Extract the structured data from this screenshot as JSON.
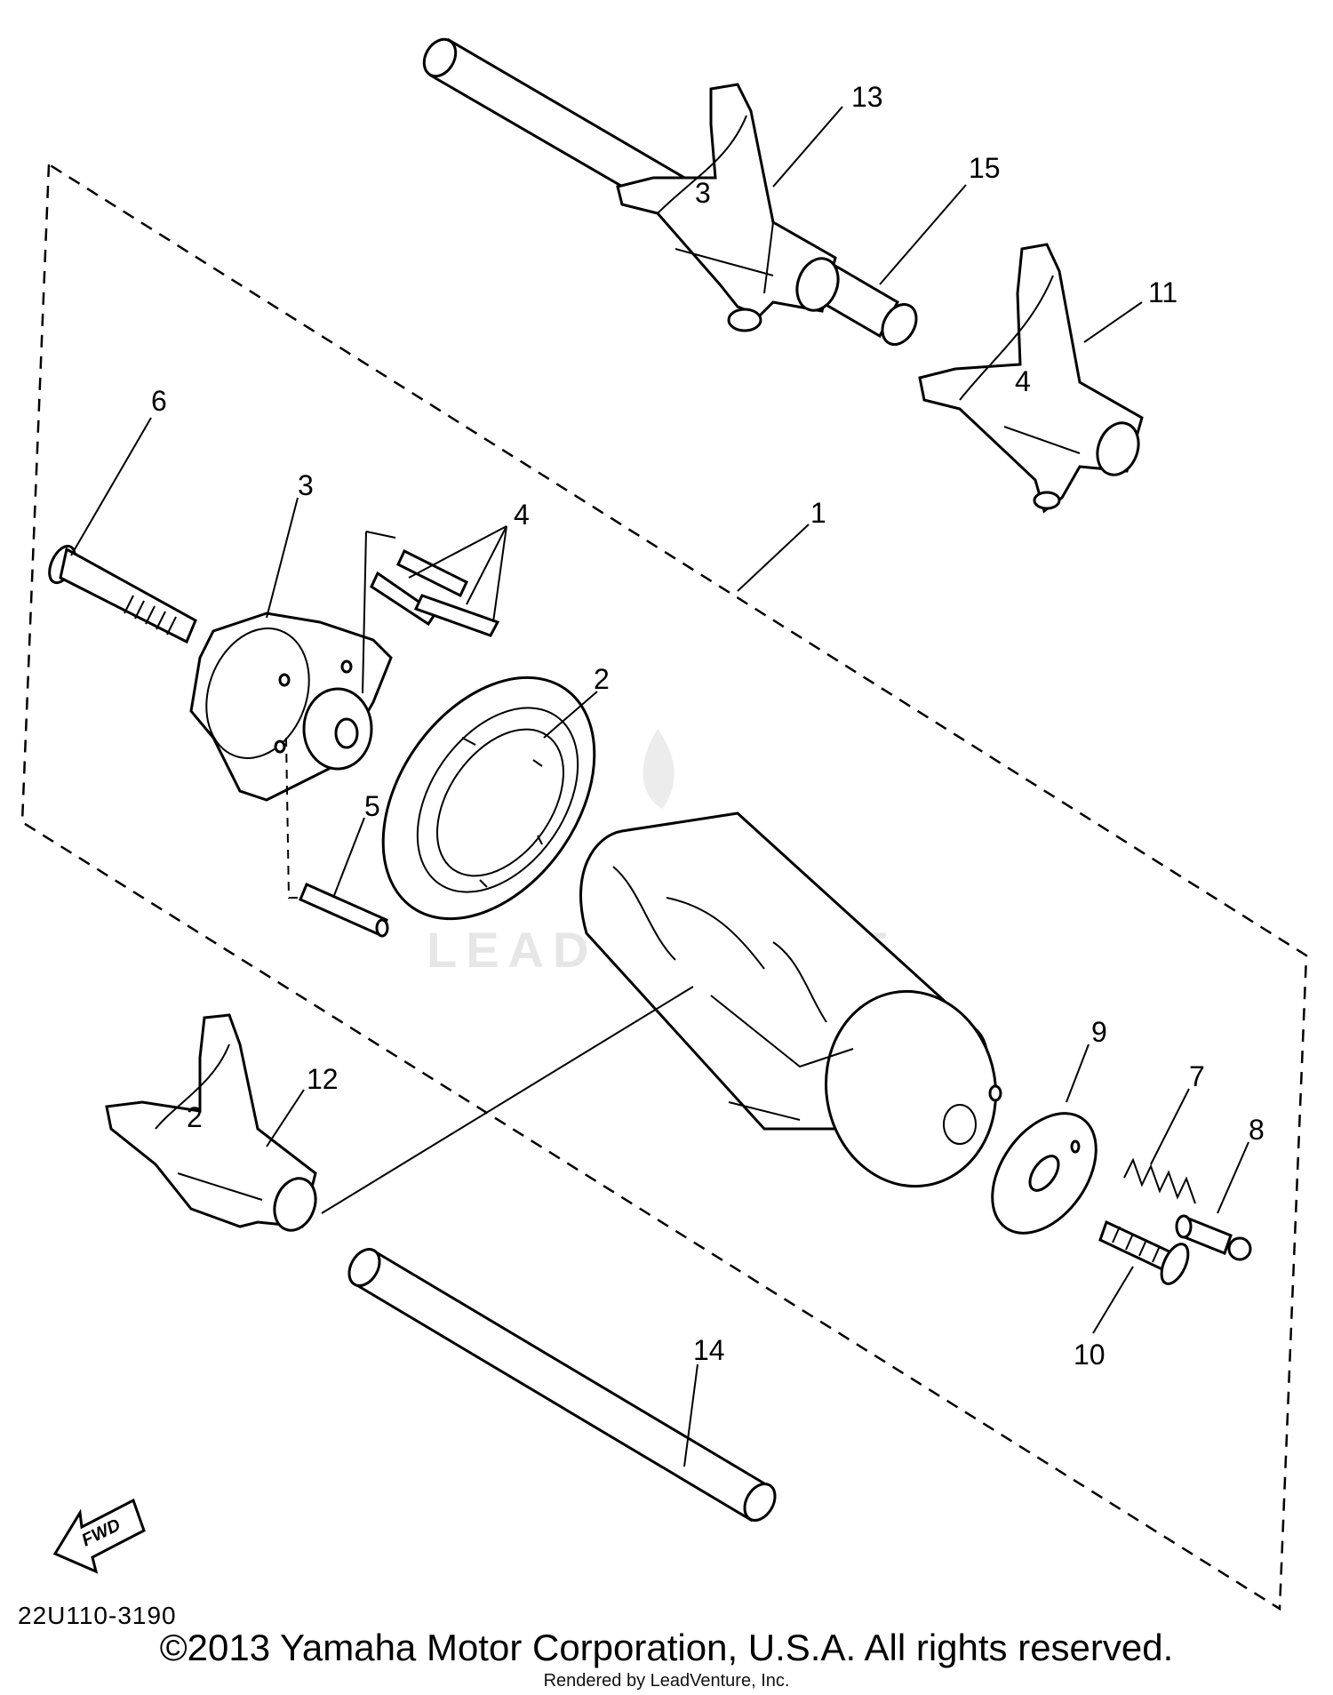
{
  "diagram": {
    "part_labels": {
      "p1": "1",
      "p2": "2",
      "p3": "3",
      "p4": "4",
      "p5": "5",
      "p6": "6",
      "p7": "7",
      "p8": "8",
      "p9": "9",
      "p10": "10",
      "p11": "11",
      "p12": "12",
      "p13": "13",
      "p14": "14",
      "p15": "15"
    },
    "fork_marks": {
      "fork11": "4",
      "fork12": "2",
      "fork13": "3"
    },
    "fwd_label": "FWD",
    "diagram_code": "22U110-3190",
    "watermark": "LEADVENTURE"
  },
  "footer": {
    "copyright": "©2013 Yamaha Motor Corporation, U.S.A. All rights reserved.",
    "rendered_by": "Rendered by LeadVenture, Inc."
  }
}
